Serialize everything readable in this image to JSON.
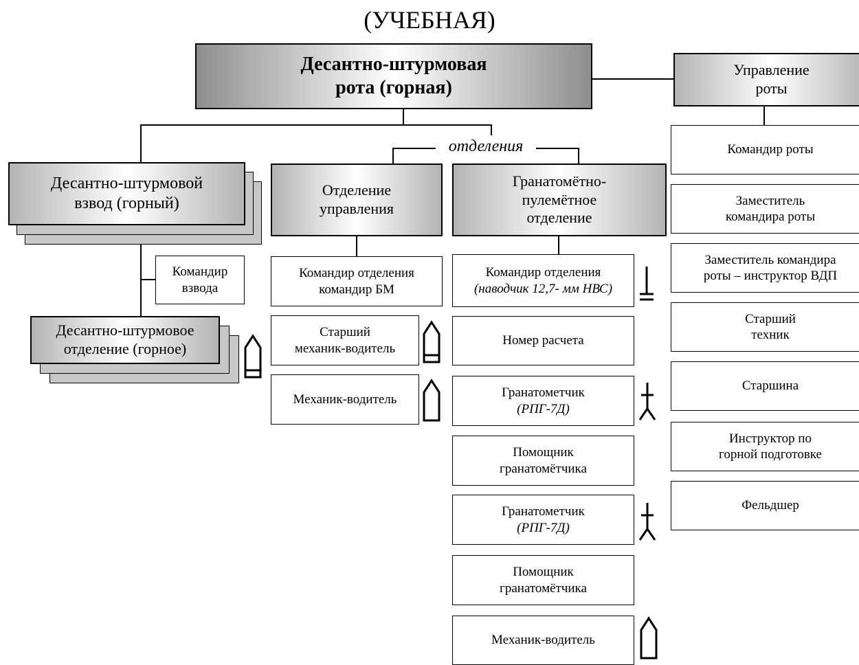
{
  "title": "(УЧЕБНАЯ)",
  "main_box": {
    "line1": "Десантно-штурмовая",
    "line2": "рота (горная)"
  },
  "management_box": {
    "line1": "Управление",
    "line2": "роты"
  },
  "squads_label": "отделения",
  "platoon_box": {
    "line1": "Десантно-штурмовой",
    "line2": "взвод (горный)"
  },
  "platoon_commander": {
    "line1": "Командир",
    "line2": "взвода"
  },
  "assault_squad_box": {
    "line1": "Десантно-штурмовое",
    "line2": "отделение (горное)"
  },
  "control_squad": {
    "header": {
      "line1": "Отделение",
      "line2": "управления"
    },
    "members": {
      "commander": {
        "line1": "Командир отделения",
        "line2": "командир БМ"
      },
      "senior_driver": {
        "line1": "Старший",
        "line2": "механик-водитель"
      },
      "driver": {
        "line1": "Механик-водитель"
      }
    }
  },
  "grenade_squad": {
    "header": {
      "line1": "Гранатомётно-",
      "line2": "пулемётное",
      "line3": "отделение"
    },
    "members": {
      "commander": {
        "line1": "Командир отделения",
        "line2": "(наводчик 12,7- мм НВС)"
      },
      "crew_number": {
        "line1": "Номер расчета"
      },
      "grenadier_1": {
        "line1": "Гранатометчик",
        "line2": "(РПГ-7Д)"
      },
      "assistant_1": {
        "line1": "Помощник",
        "line2": "гранатомётчика"
      },
      "grenadier_2": {
        "line1": "Гранатометчик",
        "line2": "(РПГ-7Д)"
      },
      "assistant_2": {
        "line1": "Помощник",
        "line2": "гранатомётчика"
      },
      "driver": {
        "line1": "Механик-водитель"
      }
    }
  },
  "company_management": {
    "commander": {
      "line1": "Командир роты"
    },
    "deputy": {
      "line1": "Заместитель",
      "line2": "командира роты"
    },
    "deputy_instructor": {
      "line1": "Заместитель  командира",
      "line2": "роты – инструктор ВДП"
    },
    "senior_technician": {
      "line1": "Старший",
      "line2": "техник"
    },
    "sergeant_major": {
      "line1": "Старшина"
    },
    "mountain_instructor": {
      "line1": "Инструктор по",
      "line2": "горной подготовке"
    },
    "medic": {
      "line1": "Фельдшер"
    }
  }
}
